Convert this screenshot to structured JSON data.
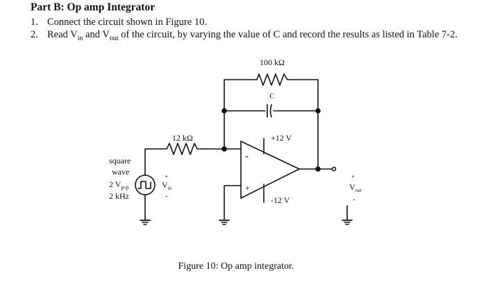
{
  "heading": "Part B: Op amp Integrator",
  "steps": [
    {
      "number": "1.",
      "text": "Connect the circuit shown in Figure 10."
    },
    {
      "number": "2.",
      "text_parts": [
        "Read V",
        "in",
        " and V",
        "out",
        " of the circuit, by varying the value of C and record the results as listed in Table 7-2."
      ]
    }
  ],
  "circuit": {
    "feedback_resistor": "100 kΩ",
    "capacitor": "C",
    "input_resistor": "12 kΩ",
    "positive_supply": "+12 V",
    "negative_supply": "-12 V",
    "opamp_inverting": "-",
    "opamp_noninverting": "+",
    "source": {
      "line1": "square",
      "line2": "wave",
      "amplitude_main": "2 V",
      "amplitude_sub": "p-p",
      "frequency": "2 kHz"
    },
    "vin": {
      "plus": "+",
      "main": "V",
      "sub": "in",
      "minus": "-"
    },
    "vout": {
      "plus": "+",
      "main": "V",
      "sub": "out",
      "minus": "-"
    }
  },
  "caption": "Figure 10: Op amp integrator."
}
